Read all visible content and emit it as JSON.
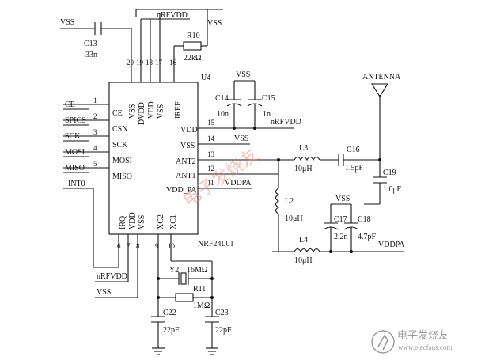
{
  "chip": {
    "ref": "U4",
    "part": "NRF24L01"
  },
  "pins": {
    "left": [
      {
        "num": "1",
        "name": "CE",
        "net": "CE"
      },
      {
        "num": "2",
        "name": "CSN",
        "net": "SPICS"
      },
      {
        "num": "3",
        "name": "SCK",
        "net": "SCK"
      },
      {
        "num": "4",
        "name": "MOSI",
        "net": "MOSI"
      },
      {
        "num": "5",
        "name": "MISO",
        "net": "MISO"
      }
    ],
    "left_extra_net": "INT0",
    "right": [
      {
        "num": "15",
        "name": "VDD",
        "net": "nRFVDD"
      },
      {
        "num": "14",
        "name": "VSS",
        "net": "VSS"
      },
      {
        "num": "13",
        "name": "ANT2"
      },
      {
        "num": "12",
        "name": "ANT1"
      },
      {
        "num": "11",
        "name": "VDD_PA",
        "net": "VDDPA"
      }
    ],
    "top": [
      {
        "num": "20",
        "name": "VSS"
      },
      {
        "num": "19",
        "name": "DVDD"
      },
      {
        "num": "18",
        "name": "VDD"
      },
      {
        "num": "17",
        "name": "VSS"
      },
      {
        "num": "16",
        "name": "IREF"
      }
    ],
    "bottom": [
      {
        "num": "6",
        "name": "IRQ"
      },
      {
        "num": "7",
        "name": "VDD"
      },
      {
        "num": "8",
        "name": "VSS"
      },
      {
        "num": "9",
        "name": "XC2"
      },
      {
        "num": "10",
        "name": "XC1"
      }
    ]
  },
  "nets": {
    "vss": "VSS",
    "nrfvdd": "nRFVDD",
    "vddpa": "VDDPA",
    "antenna": "ANTENNA"
  },
  "components": {
    "c13": {
      "ref": "C13",
      "value": "33n"
    },
    "r10": {
      "ref": "R10",
      "value": "22kΩ"
    },
    "c14": {
      "ref": "C14",
      "value": "10n"
    },
    "c15": {
      "ref": "C15",
      "value": "1n"
    },
    "l3": {
      "ref": "L3",
      "value": "10μH"
    },
    "c16": {
      "ref": "C16",
      "value": "1.5pF"
    },
    "c19": {
      "ref": "C19",
      "value": "1.0pF"
    },
    "l2": {
      "ref": "L2",
      "value": "10μH"
    },
    "c17": {
      "ref": "C17",
      "value": "2.2n"
    },
    "c18": {
      "ref": "C18",
      "value": "4.7pF"
    },
    "l4": {
      "ref": "L4",
      "value": "10μH"
    },
    "y2": {
      "ref": "Y2",
      "value": "16MΩ"
    },
    "r11": {
      "ref": "R11",
      "value": "1MΩ"
    },
    "c22": {
      "ref": "C22",
      "value": "22pF"
    },
    "c23": {
      "ref": "C23",
      "value": "22pF"
    }
  },
  "watermark": {
    "text": "电子发烧友",
    "site": "www.elecfans.com"
  }
}
